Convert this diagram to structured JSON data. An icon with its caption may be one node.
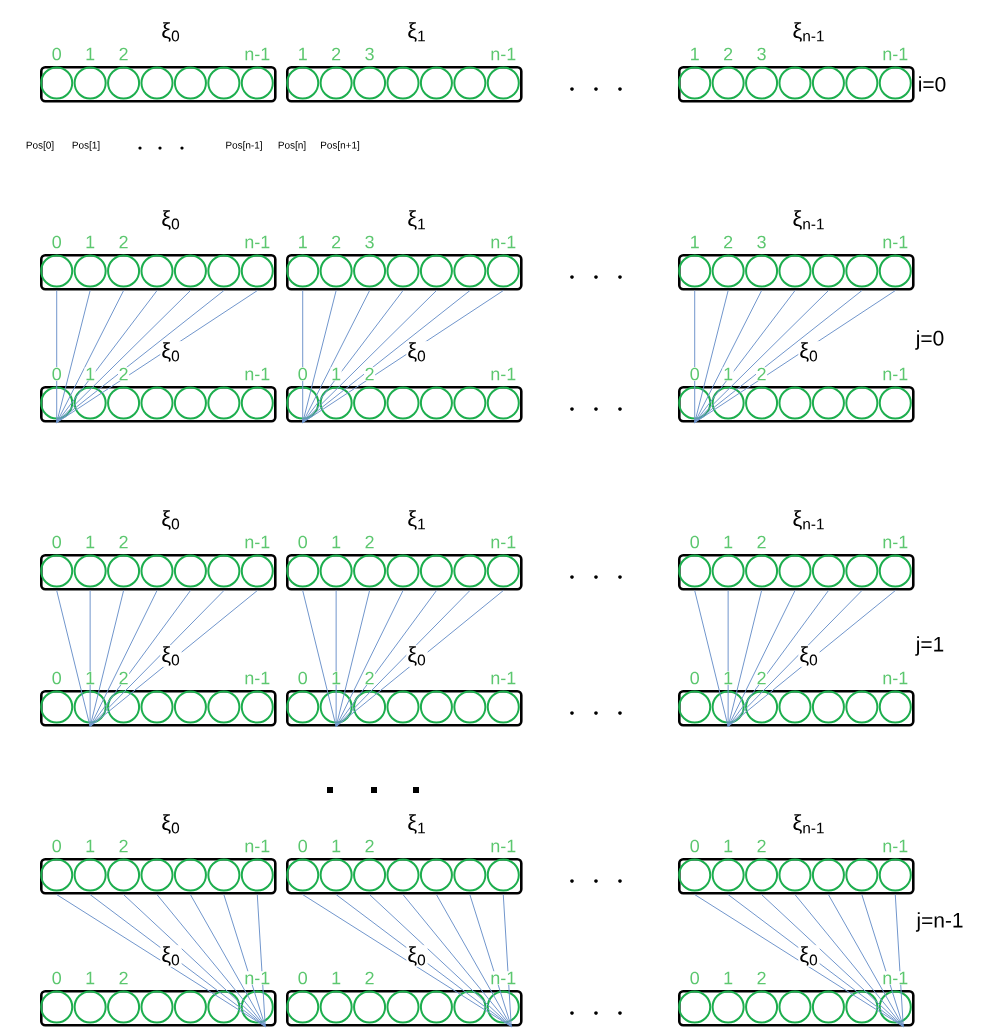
{
  "diagram": {
    "nodes": [
      {
        "text": [
          "ξ$_{0}$",
          "0",
          "1",
          "2",
          "n-1"
        ]
      },
      {
        "text": [
          "ξ$_{1}$",
          "1",
          "2",
          "3",
          "n-1"
        ]
      },
      {
        "text": [
          "ξ$_{n-1}$",
          "1",
          "2",
          "3",
          "n-1"
        ]
      },
      {
        "text": [
          "ξ$_{0}$",
          "0",
          "1",
          "2",
          "n-1"
        ]
      },
      {
        "text": [
          "ξ$_{1}$",
          "1",
          "2",
          "3",
          "n-1"
        ]
      },
      {
        "text": [
          "ξ$_{n-1}$",
          "1",
          "2",
          "3",
          "n-1"
        ]
      },
      {
        "text": [
          "ξ$_{0}$",
          "0",
          "1",
          "2",
          "n-1"
        ]
      },
      {
        "text": [
          "ξ$_{0}$",
          "0",
          "1",
          "2",
          "n-1"
        ]
      },
      {
        "text": [
          "ξ$_{0}$",
          "0",
          "1",
          "2",
          "n-1"
        ]
      },
      {
        "text": [
          "ξ$_{0}$",
          "0",
          "1",
          "2",
          "n-1"
        ]
      },
      {
        "text": [
          "ξ$_{1}$",
          "0",
          "1",
          "2",
          "n-1"
        ]
      },
      {
        "text": [
          "ξ$_{n-1}$",
          "0",
          "1",
          "2",
          "n-1"
        ]
      },
      {
        "text": [
          "ξ$_{0}$",
          "0",
          "1",
          "2",
          "n-1"
        ]
      },
      {
        "text": [
          "ξ$_{0}$",
          "0",
          "1",
          "2",
          "n-1"
        ]
      },
      {
        "text": [
          "ξ$_{0}$",
          "0",
          "1",
          "2",
          "n-1"
        ]
      },
      {
        "text": [
          "ξ$_{0}$",
          "0",
          "1",
          "2",
          "n-1"
        ]
      },
      {
        "text": [
          "ξ$_{1}$",
          "0",
          "1",
          "2",
          "n-1"
        ]
      },
      {
        "text": [
          "ξ$_{n-1}$",
          "0",
          "1",
          "2",
          "n-1"
        ]
      },
      {
        "text": [
          "ξ$_{0}$",
          "0",
          "1",
          "2",
          "n-1"
        ]
      },
      {
        "text": [
          "ξ$_{0}$",
          "0",
          "1",
          "2",
          "n-1"
        ]
      },
      {
        "text": [
          "ξ$_{0}$",
          "0",
          "1",
          "2",
          "n-1"
        ]
      }
    ],
    "edges": [
      {
        "from": 3,
        "to": 6,
        "arrow": "none"
      },
      {
        "from": 3,
        "to": 6,
        "arrow": "none"
      },
      {
        "from": 3,
        "to": 6,
        "arrow": "none"
      },
      {
        "from": 3,
        "to": 6,
        "arrow": "none"
      },
      {
        "from": 3,
        "to": 6,
        "arrow": "none"
      },
      {
        "from": 3,
        "to": 6,
        "arrow": "none"
      },
      {
        "from": 3,
        "to": 6,
        "arrow": "none"
      },
      {
        "from": 4,
        "to": 7,
        "arrow": "none"
      },
      {
        "from": 4,
        "to": 7,
        "arrow": "none"
      },
      {
        "from": 4,
        "to": 7,
        "arrow": "none"
      },
      {
        "from": 4,
        "to": 7,
        "arrow": "none"
      },
      {
        "from": 4,
        "to": 7,
        "arrow": "none"
      },
      {
        "from": 4,
        "to": 7,
        "arrow": "none"
      },
      {
        "from": 4,
        "to": 7,
        "arrow": "none"
      },
      {
        "from": 5,
        "to": 8,
        "arrow": "none"
      },
      {
        "from": 5,
        "to": 8,
        "arrow": "none"
      },
      {
        "from": 5,
        "to": 8,
        "arrow": "none"
      },
      {
        "from": 5,
        "to": 8,
        "arrow": "none"
      },
      {
        "from": 5,
        "to": 8,
        "arrow": "none"
      },
      {
        "from": 5,
        "to": 8,
        "arrow": "none"
      },
      {
        "from": 5,
        "to": 8,
        "arrow": "none"
      },
      {
        "from": 9,
        "to": 12,
        "arrow": "none"
      },
      {
        "from": 9,
        "to": 12,
        "arrow": "none"
      },
      {
        "from": 9,
        "to": 12,
        "arrow": "none"
      },
      {
        "from": 9,
        "to": 12,
        "arrow": "none"
      },
      {
        "from": 9,
        "to": 12,
        "arrow": "none"
      },
      {
        "from": 9,
        "to": 12,
        "arrow": "none"
      },
      {
        "from": 9,
        "to": 12,
        "arrow": "none"
      },
      {
        "from": 10,
        "to": 13,
        "arrow": "none"
      },
      {
        "from": 10,
        "to": 13,
        "arrow": "none"
      },
      {
        "from": 10,
        "to": 13,
        "arrow": "none"
      },
      {
        "from": 10,
        "to": 13,
        "arrow": "none"
      },
      {
        "from": 10,
        "to": 13,
        "arrow": "none"
      },
      {
        "from": 10,
        "to": 13,
        "arrow": "none"
      },
      {
        "from": 10,
        "to": 13,
        "arrow": "none"
      },
      {
        "from": 11,
        "to": 14,
        "arrow": "none"
      },
      {
        "from": 11,
        "to": 14,
        "arrow": "none"
      },
      {
        "from": 11,
        "to": 14,
        "arrow": "none"
      },
      {
        "from": 11,
        "to": 14,
        "arrow": "none"
      },
      {
        "from": 11,
        "to": 14,
        "arrow": "none"
      },
      {
        "from": 11,
        "to": 14,
        "arrow": "none"
      },
      {
        "from": 11,
        "to": 14,
        "arrow": "none"
      },
      {
        "from": 15,
        "to": 18,
        "arrow": "none"
      },
      {
        "from": 15,
        "to": 18,
        "arrow": "none"
      },
      {
        "from": 15,
        "to": 18,
        "arrow": "none"
      },
      {
        "from": 15,
        "to": 18,
        "arrow": "none"
      },
      {
        "from": 15,
        "to": 18,
        "arrow": "none"
      },
      {
        "from": 15,
        "to": 18,
        "arrow": "none"
      },
      {
        "from": 15,
        "to": 18,
        "arrow": "none"
      },
      {
        "from": 16,
        "to": 19,
        "arrow": "none"
      },
      {
        "from": 16,
        "to": 19,
        "arrow": "none"
      },
      {
        "from": 16,
        "to": 19,
        "arrow": "none"
      },
      {
        "from": 16,
        "to": 19,
        "arrow": "none"
      },
      {
        "from": 16,
        "to": 19,
        "arrow": "none"
      },
      {
        "from": 16,
        "to": 19,
        "arrow": "none"
      },
      {
        "from": 16,
        "to": 19,
        "arrow": "none"
      },
      {
        "from": 17,
        "to": 20,
        "arrow": "none"
      },
      {
        "from": 17,
        "to": 20,
        "arrow": "none"
      },
      {
        "from": 17,
        "to": 20,
        "arrow": "none"
      },
      {
        "from": 17,
        "to": 20,
        "arrow": "none"
      },
      {
        "from": 17,
        "to": 20,
        "arrow": "none"
      },
      {
        "from": 17,
        "to": 20,
        "arrow": "none"
      },
      {
        "from": 17,
        "to": 20,
        "arrow": "none"
      }
    ],
    "labels": [
      "i=0",
      "Pos[0]",
      "Pos[1]",
      "Pos[n-1]",
      "Pos[n]",
      "Pos[n+1]",
      "j=0",
      "j=1",
      "j=n-1"
    ]
  }
}
